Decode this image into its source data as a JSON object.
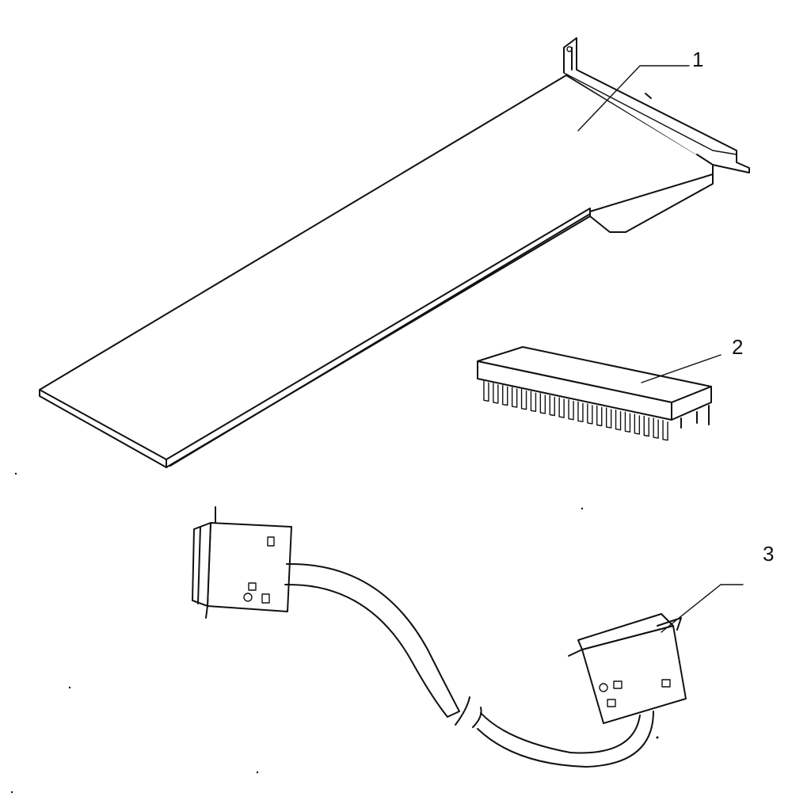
{
  "parts": [
    {
      "number": "1"
    },
    {
      "number": "2"
    },
    {
      "number": "3"
    }
  ],
  "colors": {
    "line": "#111111",
    "background": "#ffffff"
  }
}
